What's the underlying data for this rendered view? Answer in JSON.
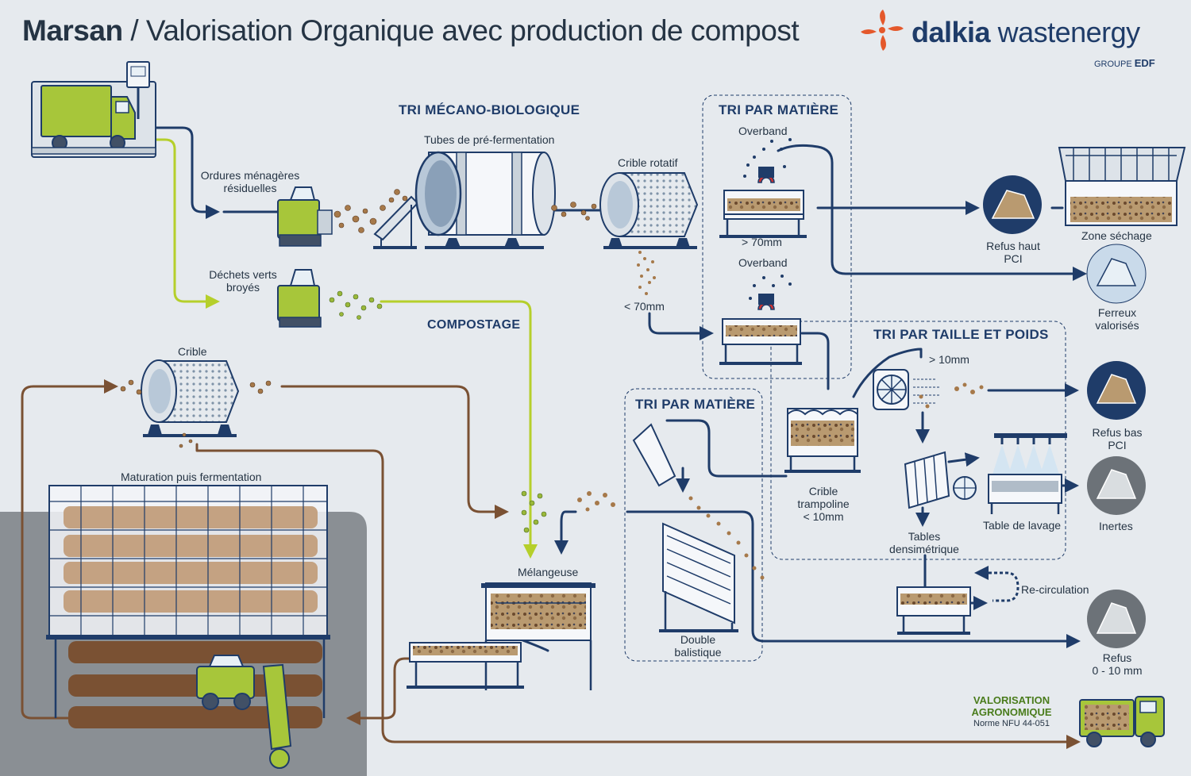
{
  "title": {
    "place": "Marsan",
    "separator": " / ",
    "text": "Valorisation Organique avec production de compost"
  },
  "logo": {
    "brand_bold": "dalkia",
    "brand_light": " wastenergy",
    "group_prefix": "GROUPE ",
    "group_bold": "EDF"
  },
  "sections": {
    "tmb": "TRI MÉCANO-BIOLOGIQUE",
    "tri_matiere_1": "TRI PAR MATIÈRE",
    "tri_matiere_2": "TRI PAR MATIÈRE",
    "tri_taille": "TRI PAR TAILLE ET POIDS",
    "compostage": "COMPOSTAGE"
  },
  "labels": {
    "tubes": "Tubes de pré-fermentation",
    "crible_rotatif": "Crible rotatif",
    "omr_1": "Ordures ménagères",
    "omr_2": "résiduelles",
    "verts_1": "Déchets verts",
    "verts_2": "broyés",
    "overband_1": "Overband",
    "overband_2": "Overband",
    "gt70": "> 70mm",
    "lt70": "< 70mm",
    "refus_haut_1": "Refus haut",
    "refus_haut_2": "PCI",
    "zone_sechage": "Zone séchage",
    "ferreux_1": "Ferreux",
    "ferreux_2": "valorisés",
    "gt10": "> 10mm",
    "refus_bas_1": "Refus bas",
    "refus_bas_2": "PCI",
    "inertes": "Inertes",
    "table_lavage": "Table de lavage",
    "tables_dens_1": "Tables",
    "tables_dens_2": "densimétrique",
    "recirc": "Re-circulation",
    "refus_010_1": "Refus",
    "refus_010_2": "0 - 10 mm",
    "crible_tramp_1": "Crible",
    "crible_tramp_2": "trampoline",
    "crible_tramp_3": "< 10mm",
    "double_1": "Double",
    "double_2": "balistique",
    "crible": "Crible",
    "maturation": "Maturation puis fermentation",
    "melangeuse": "Mélangeuse",
    "valo_1": "VALORISATION",
    "valo_2": "AGRONOMIQUE",
    "valo_3": "Norme NFU 44-051"
  },
  "colors": {
    "navy": "#1f3c69",
    "green_flow": "#b5cf2b",
    "brown_flow": "#7a5133",
    "logo_orange": "#e4582b",
    "background": "#e6eaee",
    "dark_zone": "#8a8f94"
  }
}
